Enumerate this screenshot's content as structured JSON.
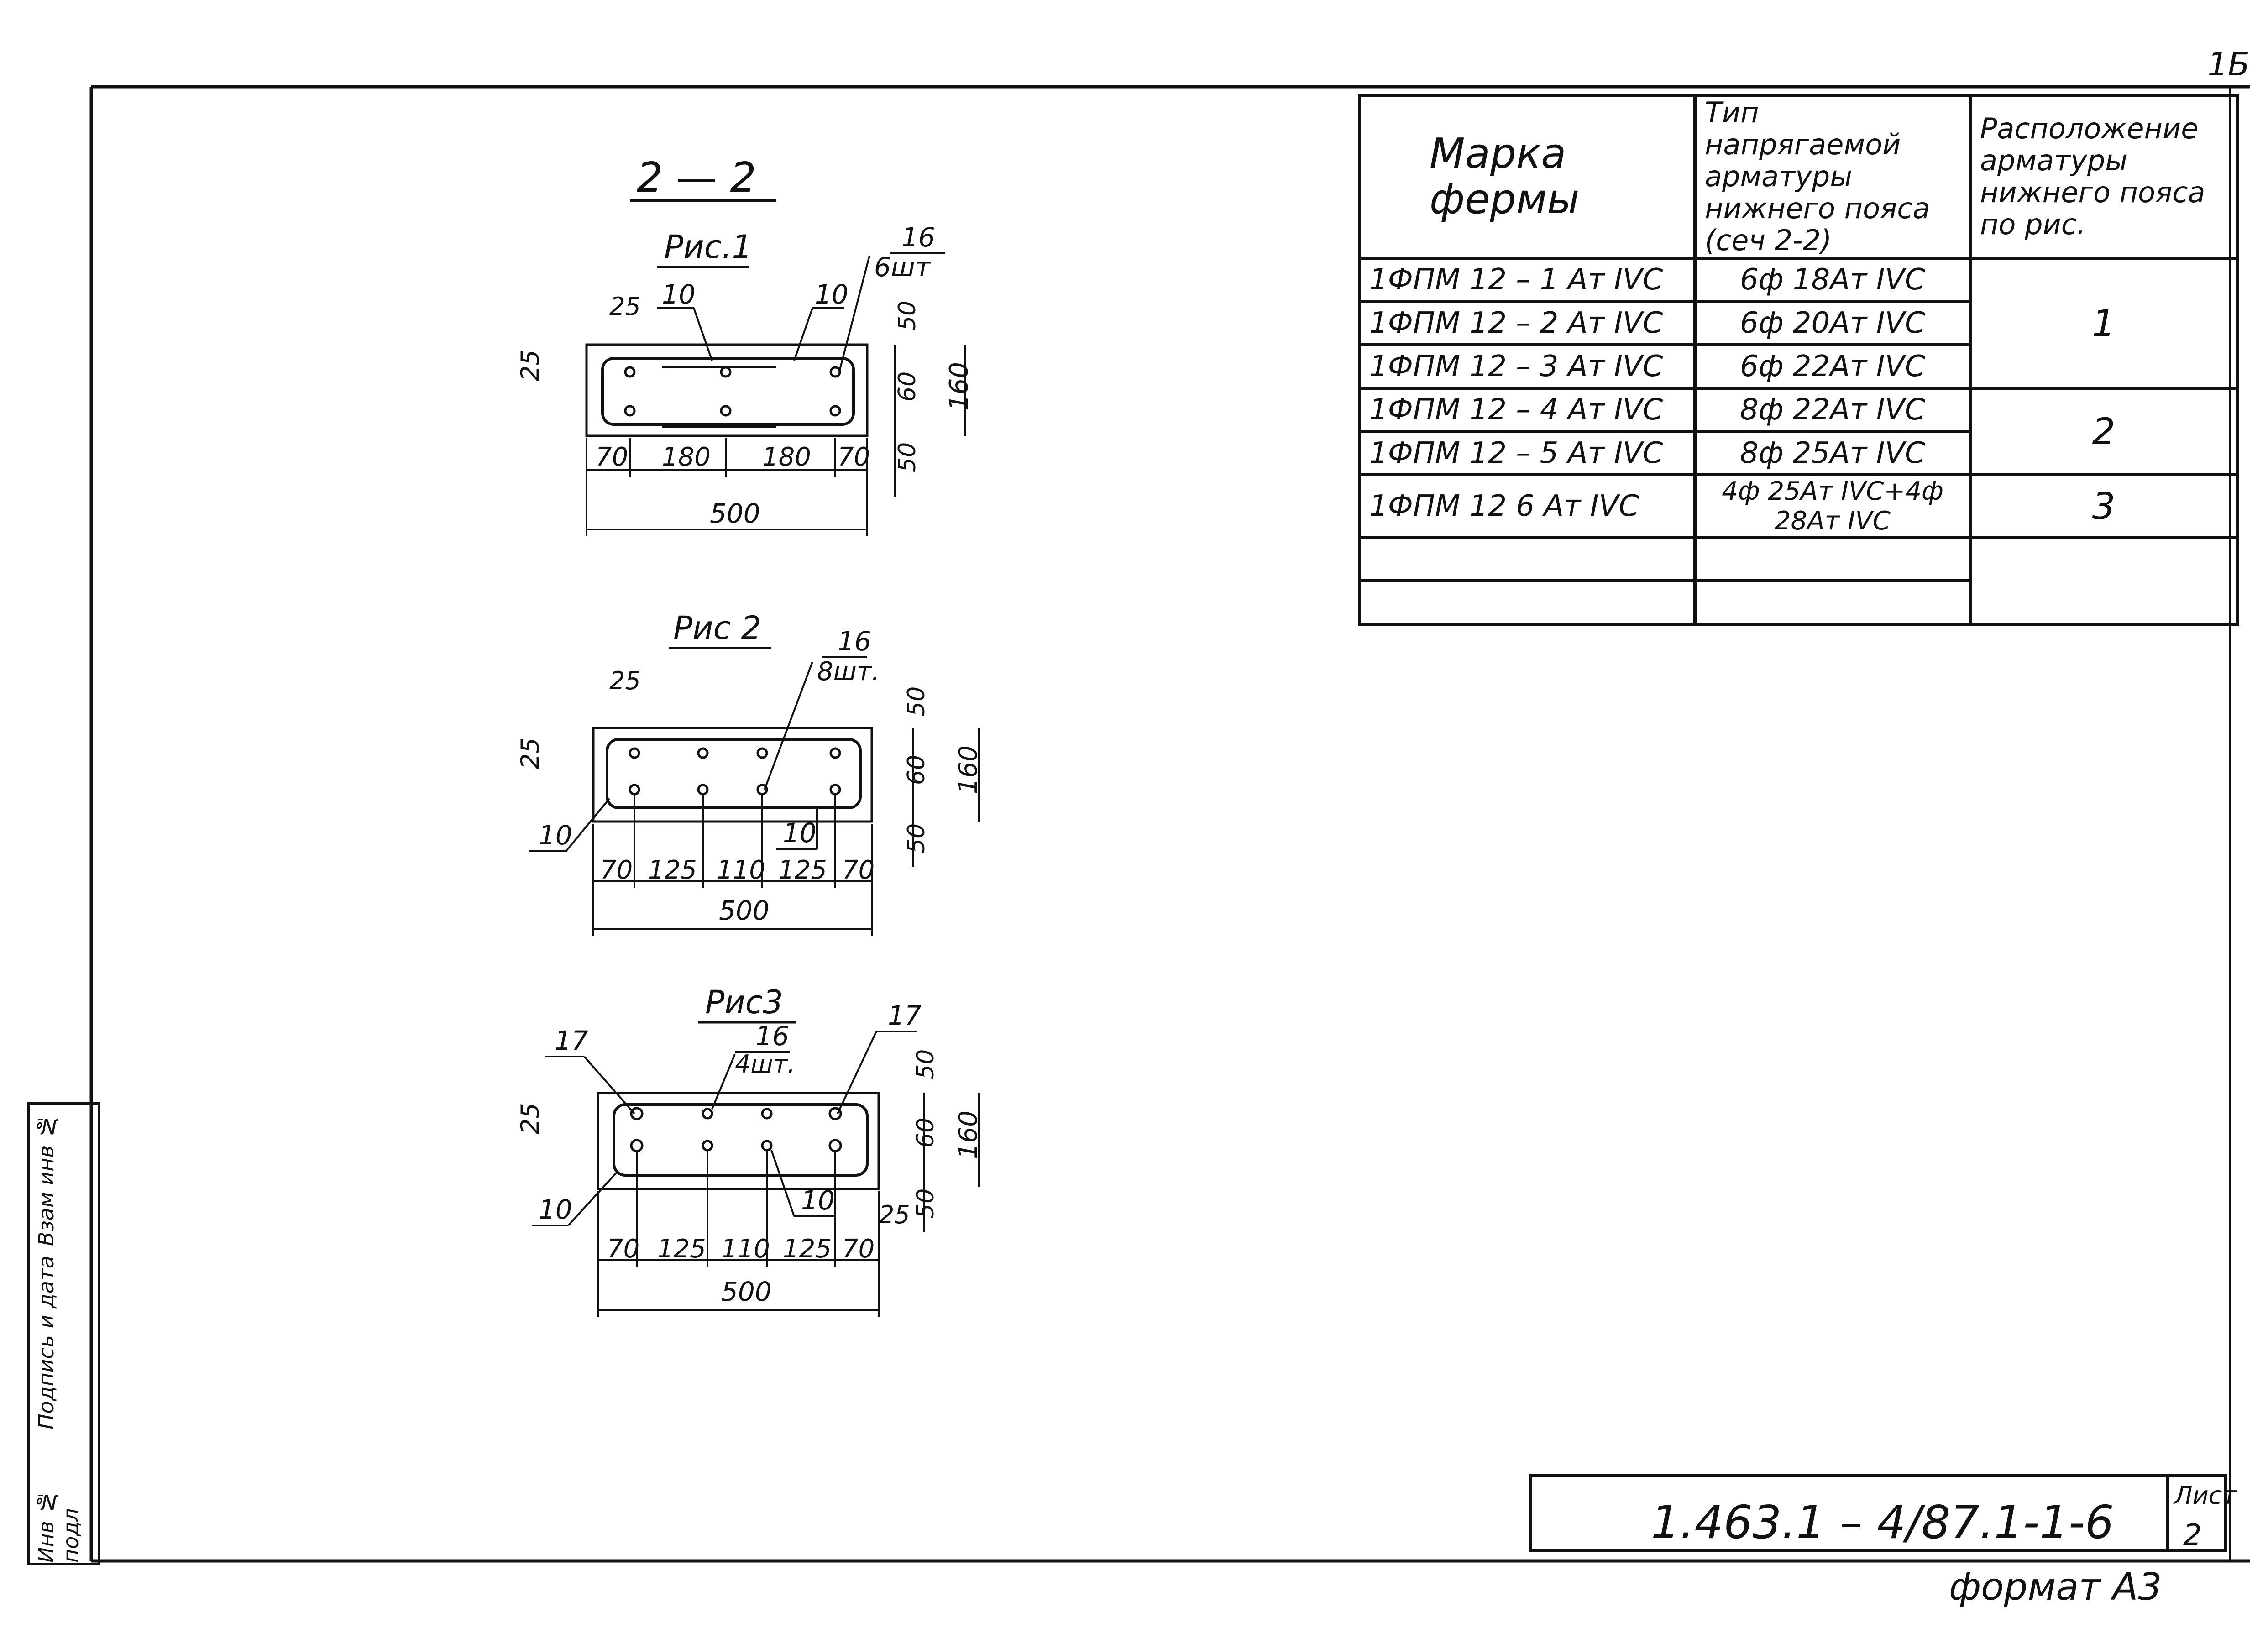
{
  "page_corner": "1Б",
  "section_title": "2 — 2",
  "figures": [
    {
      "title": "Рис.1",
      "rebar_label": "16",
      "rebar_count": "6шт",
      "stirrup_labels": [
        "10",
        "10"
      ],
      "cover_top": "25",
      "cover_left": "25",
      "vert_dims": [
        "50",
        "60",
        "50"
      ],
      "height": "160",
      "horiz_dims": [
        "70",
        "180",
        "180",
        "70"
      ],
      "width": "500"
    },
    {
      "title": "Рис 2",
      "rebar_label": "16",
      "rebar_count": "8шт.",
      "stirrup_labels": [
        "10",
        "10"
      ],
      "cover_top": "25",
      "cover_left": "25",
      "vert_dims": [
        "50",
        "60",
        "50"
      ],
      "height": "160",
      "horiz_dims": [
        "70",
        "125",
        "110",
        "125",
        "70"
      ],
      "width": "500"
    },
    {
      "title": "Рис3",
      "rebar_label": "16",
      "rebar_count": "4шт.",
      "extra_labels": [
        "17",
        "17"
      ],
      "stirrup_labels": [
        "10",
        "10"
      ],
      "cover_top": "25",
      "cover_bottom": "25",
      "vert_dims": [
        "50",
        "60",
        "50"
      ],
      "height": "160",
      "horiz_dims": [
        "70",
        "125",
        "110",
        "125",
        "70"
      ],
      "width": "500"
    }
  ],
  "table": {
    "headers": [
      "Марка фермы",
      "Тип напрягаемой арматуры нижнего пояса (сеч 2-2)",
      "Расположение арматуры нижнего пояса по рис."
    ],
    "rows": [
      {
        "mark": "1ФПМ 12 – 1 Ат IVС",
        "rebar": "6ф 18Ат IVС",
        "scheme": "1"
      },
      {
        "mark": "1ФПМ 12 – 2 Ат IVС",
        "rebar": "6ф 20Ат IVС",
        "scheme": ""
      },
      {
        "mark": "1ФПМ 12 – 3 Ат IVС",
        "rebar": "6ф 22Ат IVС",
        "scheme": ""
      },
      {
        "mark": "1ФПМ 12 – 4 Ат IVС",
        "rebar": "8ф 22Ат IVС",
        "scheme": "2"
      },
      {
        "mark": "1ФПМ 12 – 5 Ат IVС",
        "rebar": "8ф 25Ат IVС",
        "scheme": ""
      },
      {
        "mark": "1ФПМ 12  6 Ат IVС",
        "rebar": "4ф 25Ат IVС+4ф 28Ат IVС",
        "scheme": "3"
      },
      {
        "mark": "",
        "rebar": "",
        "scheme": ""
      },
      {
        "mark": "",
        "rebar": "",
        "scheme": ""
      }
    ]
  },
  "stamp": {
    "code": "1.463.1 – 4/87.1-1-6",
    "sheet_label": "Лист",
    "sheet_number": "2"
  },
  "format_label": "формат А3",
  "side_labels": [
    "Взам инв №",
    "Подпись и дата",
    "Инв № подл"
  ]
}
